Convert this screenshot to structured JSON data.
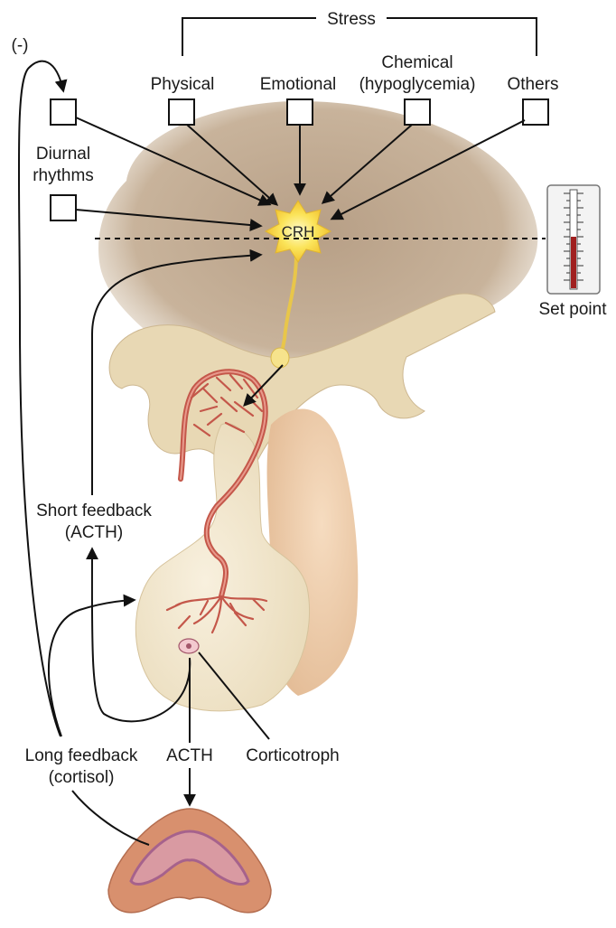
{
  "stress": {
    "title": "Stress",
    "physical": "Physical",
    "emotional": "Emotional",
    "chemical_line1": "Chemical",
    "chemical_line2": "(hypoglycemia)",
    "others": "Others"
  },
  "neg_feedback": "(-)",
  "diurnal": {
    "line1": "Diurnal",
    "line2": "rhythms"
  },
  "crh": "CRH",
  "set_point": "Set point",
  "short_feedback": {
    "line1": "Short feedback",
    "line2": "(ACTH)"
  },
  "long_feedback": {
    "line1": "Long feedback",
    "line2": "(cortisol)"
  },
  "acth": "ACTH",
  "corticotroph": "Corticotroph",
  "colors": {
    "hypothalamus": "#cdb8a0",
    "pituitary": "#efe4c9",
    "vessels": "#c4574a",
    "crh_neuron": "#f7d74a",
    "adrenal_outer": "#d8906e",
    "adrenal_inner": "#a6628c"
  }
}
